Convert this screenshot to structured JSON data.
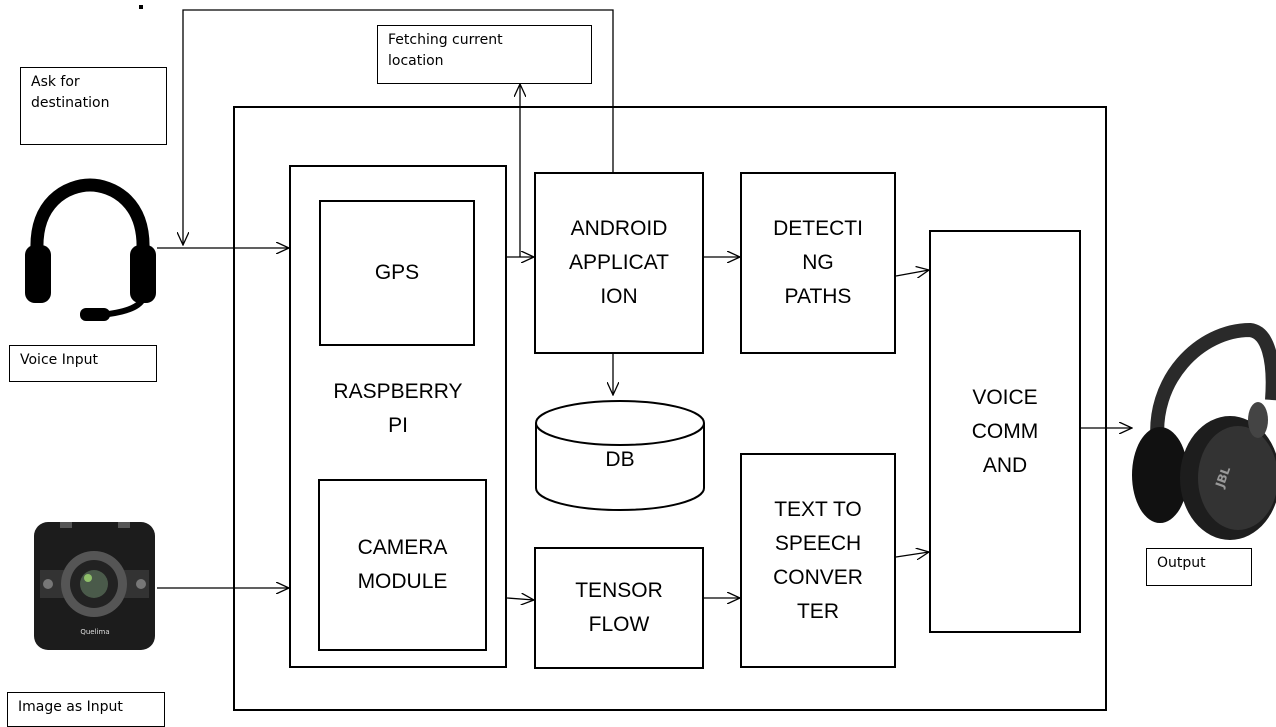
{
  "notes": {
    "ask_destination": "Ask for\ndestination",
    "fetching_location": "Fetching current\nlocation",
    "voice_input": "Voice Input",
    "image_input": "Image  as Input",
    "output": "Output"
  },
  "blocks": {
    "gps": "GPS",
    "raspberry_pi": "RASPBERRY\nPI",
    "camera_module": "CAMERA\nMODULE",
    "android_app": "ANDROID\nAPPLICAT\nION",
    "db": "DB",
    "tensor_flow": "TENSOR\nFLOW",
    "detecting_paths": "DETECTI\nNG\nPATHS",
    "text_to_speech": "TEXT TO\nSPEECH\nCONVER\nTER",
    "voice_command": "VOICE\nCOMM\nAND"
  },
  "icons": {
    "headset": "headset-icon",
    "camera": "camera-icon",
    "headphones": "headphones-icon"
  },
  "device_brand_camera": "Quelima",
  "device_brand_headphones": "JBL"
}
